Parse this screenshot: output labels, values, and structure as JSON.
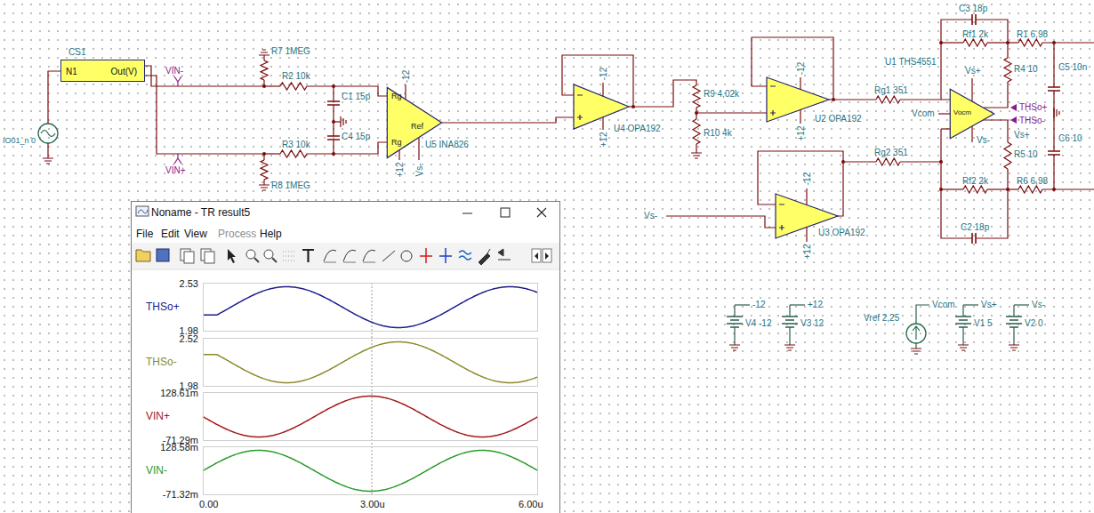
{
  "diagram": {
    "nodes": [
      {
        "text": [
          "CS1",
          "N1",
          "Out(V)"
        ]
      },
      {
        "text": [
          "Rg",
          "Rg",
          "Ref"
        ]
      },
      {
        "text": [
          "Vocm"
        ]
      },
      {
        "text": [
          "Noname - TR result5",
          "File",
          "Edit",
          "View",
          "Process",
          "Help"
        ]
      },
      {
        "text": [
          "THSo+",
          "2.53",
          "1.98"
        ],
        "in": 3
      },
      {
        "text": [
          "THSo-",
          "2.52",
          "1.98"
        ],
        "in": 3
      },
      {
        "text": [
          "VIN+",
          "128.61m",
          "-71.29m"
        ],
        "in": 3
      },
      {
        "text": [
          "VIN-",
          "128.58m",
          "-71.32m"
        ],
        "in": 3
      }
    ],
    "labels": [
      "IO01_n 0",
      "VIN-",
      "R7 1MEG",
      "R2 10k",
      "C1 15p",
      "C4 15p",
      "VIN+",
      "R3 10k",
      "R8 1MEG",
      "-12",
      "+12",
      "Vs-",
      "U5 INA826",
      "-12",
      "+12",
      "U4 OPA192",
      "R9 4,02k",
      "R10 4k",
      "-12",
      "+12",
      "U2 OPA192",
      "Rg1 351",
      "U1 THS4551",
      "C3 18p",
      "Rf1 2k",
      "R1 6,98",
      "Vs+",
      "R4 10",
      "C5 10n",
      "THSo+",
      "Vcom",
      "THSo-",
      "Vs-",
      "Vs+",
      "R5 10",
      "C6 10",
      "Rg2 351",
      "Rf2 2k",
      "R6 6,98",
      "Vs-",
      "-12",
      "+12",
      "U3 OPA192",
      "C2 18p",
      "-12",
      "V4 -12",
      "+12",
      "V3 12",
      "Vref 2,25",
      "Vcom",
      "Vs+",
      "V1 5",
      "Vs-",
      "V2 0",
      "0.00",
      "3.00u",
      "6.00u"
    ]
  }
}
